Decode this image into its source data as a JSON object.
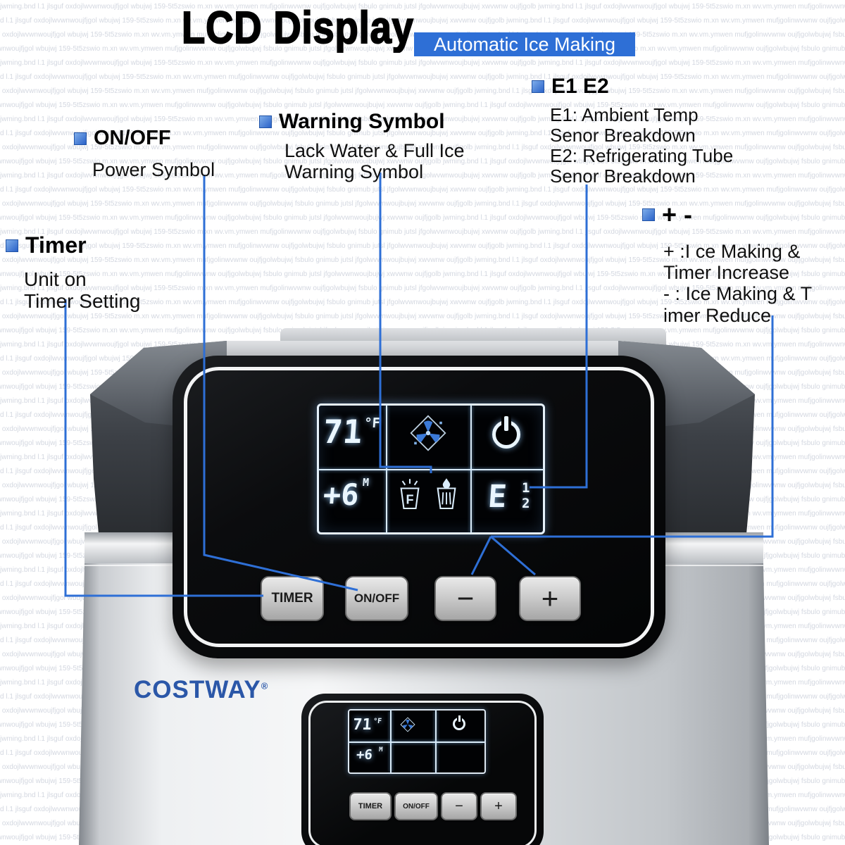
{
  "title": "LCD Display",
  "badge": "Automatic Ice Making",
  "callouts": {
    "timer": {
      "header": "Timer",
      "lines": [
        "Unit on",
        "Timer Setting"
      ]
    },
    "onoff": {
      "header": "ON/OFF",
      "lines": [
        "Power Symbol"
      ]
    },
    "warning": {
      "header": "Warning Symbol",
      "lines": [
        "Lack Water & Full Ice",
        "Warning Symbol"
      ]
    },
    "e1e2": {
      "header": "E1 E2",
      "lines": [
        "E1: Ambient Temp",
        "Senor Breakdown",
        "E2: Refrigerating Tube",
        "Senor Breakdown"
      ]
    },
    "plusminus": {
      "header": "+ -",
      "lines": [
        "+ :I ce Making &",
        "Timer Increase",
        "- : Ice Making & T",
        "imer Reduce"
      ]
    }
  },
  "machine": {
    "brand": "COSTWAY",
    "brand_reg": "®",
    "lcd": {
      "temp": "71",
      "temp_unit": "°F",
      "timer_value": "+6",
      "timer_unit": "M",
      "full_ice_label": "F",
      "error_letter": "E",
      "error_1": "1",
      "error_2": "2"
    },
    "buttons": {
      "timer": "TIMER",
      "onoff": "ON/OFF",
      "minus": "−",
      "plus": "+"
    }
  },
  "colors": {
    "accent_blue": "#2e6fd6",
    "lcd_glow": "#eaf6ff",
    "ice_blue": "#3b7ad8",
    "brand_blue": "#2b57a8",
    "panel_black": "#0b0c0e"
  },
  "watermark": {
    "text": "jwming.bnd l.1 jlsguf oxdojlwvwnwoujfjgol wbujwj 159-5t5zswio m.xn wv.vm.ymwen mufjgolinwvwnw oujfjgolwbujwj fsbulo gnimub jutsl jfgolwvwnwoujbujwj xwvwnw oujfjgolb"
  }
}
